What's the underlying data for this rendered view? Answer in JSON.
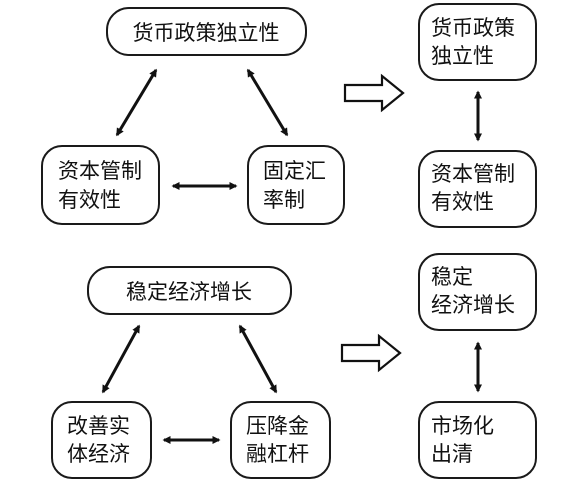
{
  "top_left": {
    "monetary_independence": "货币政策独立性",
    "capital_control_line1": "资本管制",
    "capital_control_line2": "有效性",
    "fixed_rate_line1": "固定汇",
    "fixed_rate_line2": "率制"
  },
  "top_right": {
    "monetary_independence_line1": "货币政策",
    "monetary_independence_line2": "独立性",
    "capital_control_line1": "资本管制",
    "capital_control_line2": "有效性"
  },
  "bottom_left": {
    "stable_growth": "稳定经济增长",
    "real_economy_line1": "改善实",
    "real_economy_line2": "体经济",
    "deleverage_line1": "压降金",
    "deleverage_line2": "融杠杆"
  },
  "bottom_right": {
    "stable_growth_line1": "稳定",
    "stable_growth_line2": "经济增长",
    "market_clearing_line1": "市场化",
    "market_clearing_line2": "出清"
  }
}
